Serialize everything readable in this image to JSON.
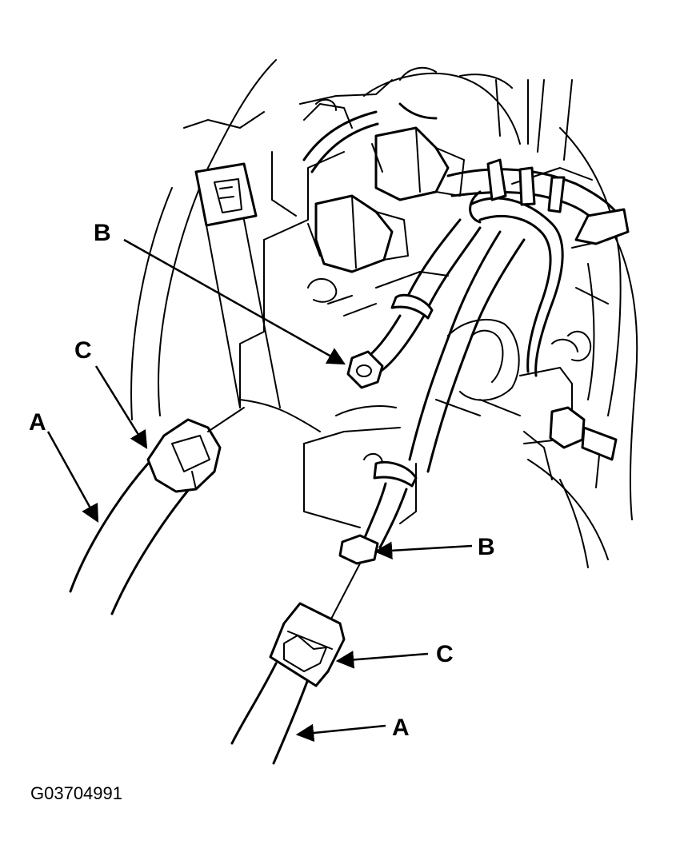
{
  "callouts": {
    "a": "A",
    "b": "B",
    "c": "C"
  },
  "figure_id": "G03704991"
}
